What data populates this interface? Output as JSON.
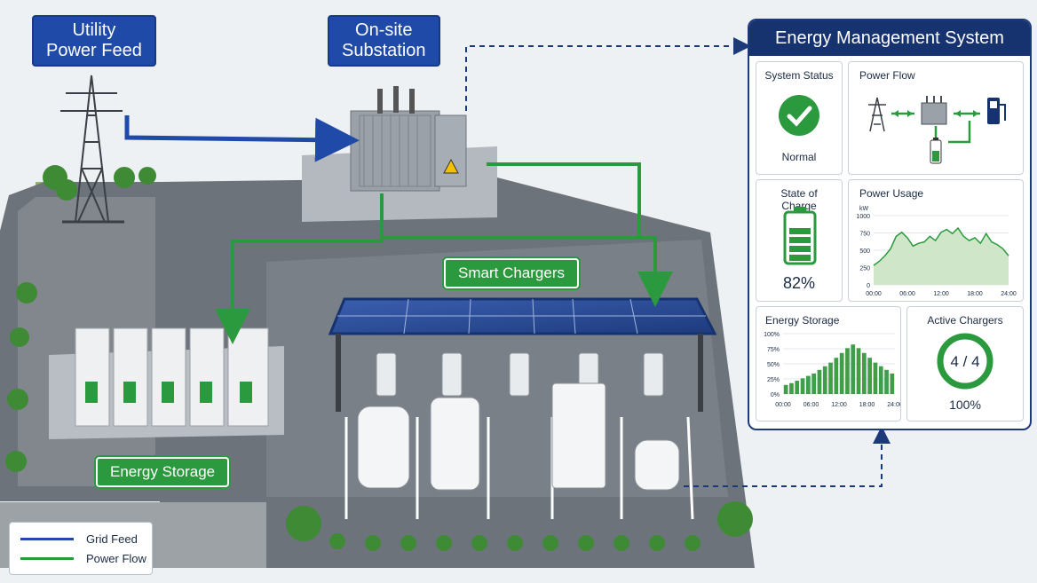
{
  "callouts": {
    "utility": "Utility\nPower Feed",
    "substation": "On-site\nSubstation",
    "chargers": "Smart Chargers",
    "storage": "Energy Storage"
  },
  "legend": {
    "items": [
      {
        "label": "Grid Feed",
        "color": "#1f4aa8"
      },
      {
        "label": "Power Flow",
        "color": "#2b9a3e"
      }
    ]
  },
  "ems": {
    "title": "Energy Management System",
    "system_status": {
      "title": "System Status",
      "value": "Normal"
    },
    "power_flow": {
      "title": "Power Flow"
    },
    "state_of_charge": {
      "title": "State of Charge",
      "value": "82%",
      "fraction": 0.82
    },
    "power_usage": {
      "title": "Power Usage",
      "unit": "kW",
      "y_ticks": [
        "1000",
        "750",
        "500",
        "250",
        "0"
      ],
      "x_ticks": [
        "00:00",
        "06:00",
        "12:00",
        "18:00",
        "24:00"
      ],
      "ylim": [
        0,
        1000
      ],
      "x": [
        0,
        1,
        2,
        3,
        4,
        5,
        6,
        7,
        8,
        9,
        10,
        11,
        12,
        13,
        14,
        15,
        16,
        17,
        18,
        19,
        20,
        21,
        22,
        23,
        24
      ],
      "values": [
        280,
        340,
        420,
        520,
        700,
        760,
        680,
        560,
        600,
        620,
        700,
        640,
        760,
        800,
        740,
        820,
        700,
        640,
        680,
        600,
        740,
        620,
        580,
        520,
        420
      ]
    },
    "energy_storage": {
      "title": "Energy Storage",
      "y_ticks": [
        "100%",
        "75%",
        "50%",
        "25%",
        "0%"
      ],
      "x_ticks": [
        "00:00",
        "06:00",
        "12:00",
        "18:00",
        "24:00"
      ],
      "ylim": [
        0,
        100
      ],
      "values": [
        15,
        18,
        22,
        26,
        30,
        34,
        40,
        46,
        52,
        60,
        68,
        76,
        82,
        76,
        68,
        60,
        52,
        46,
        40,
        34
      ]
    },
    "active_chargers": {
      "title": "Active Chargers",
      "value": "4 / 4",
      "percent": "100%",
      "fraction": 1.0
    }
  },
  "colors": {
    "grid_feed": "#1f4aa8",
    "power_flow": "#2b9a3e",
    "ems_header": "#17336f"
  }
}
